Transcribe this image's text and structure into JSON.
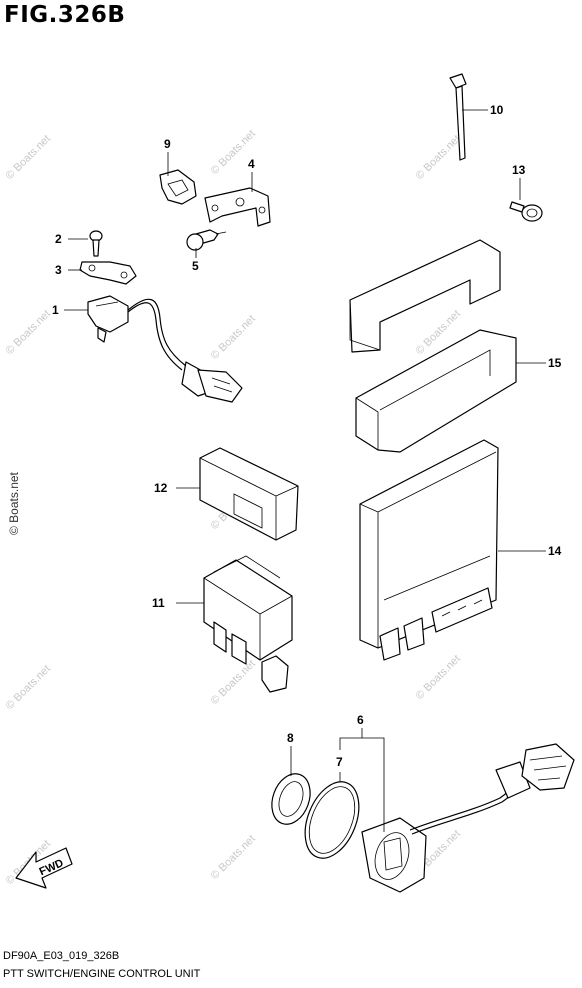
{
  "title": "FIG.326B",
  "footer": {
    "code": "DF90A_E03_019_326B",
    "description": "PTT SWITCH/ENGINE CONTROL UNIT"
  },
  "fwd_label": "FWD",
  "watermark": "© Boats.net",
  "callouts": [
    {
      "id": "1",
      "label": "1"
    },
    {
      "id": "2",
      "label": "2"
    },
    {
      "id": "3",
      "label": "3"
    },
    {
      "id": "4",
      "label": "4"
    },
    {
      "id": "5",
      "label": "5"
    },
    {
      "id": "6",
      "label": "6"
    },
    {
      "id": "7",
      "label": "7"
    },
    {
      "id": "8",
      "label": "8"
    },
    {
      "id": "9",
      "label": "9"
    },
    {
      "id": "10",
      "label": "10"
    },
    {
      "id": "11",
      "label": "11"
    },
    {
      "id": "12",
      "label": "12"
    },
    {
      "id": "13",
      "label": "13"
    },
    {
      "id": "14",
      "label": "14"
    },
    {
      "id": "15",
      "label": "15"
    }
  ]
}
